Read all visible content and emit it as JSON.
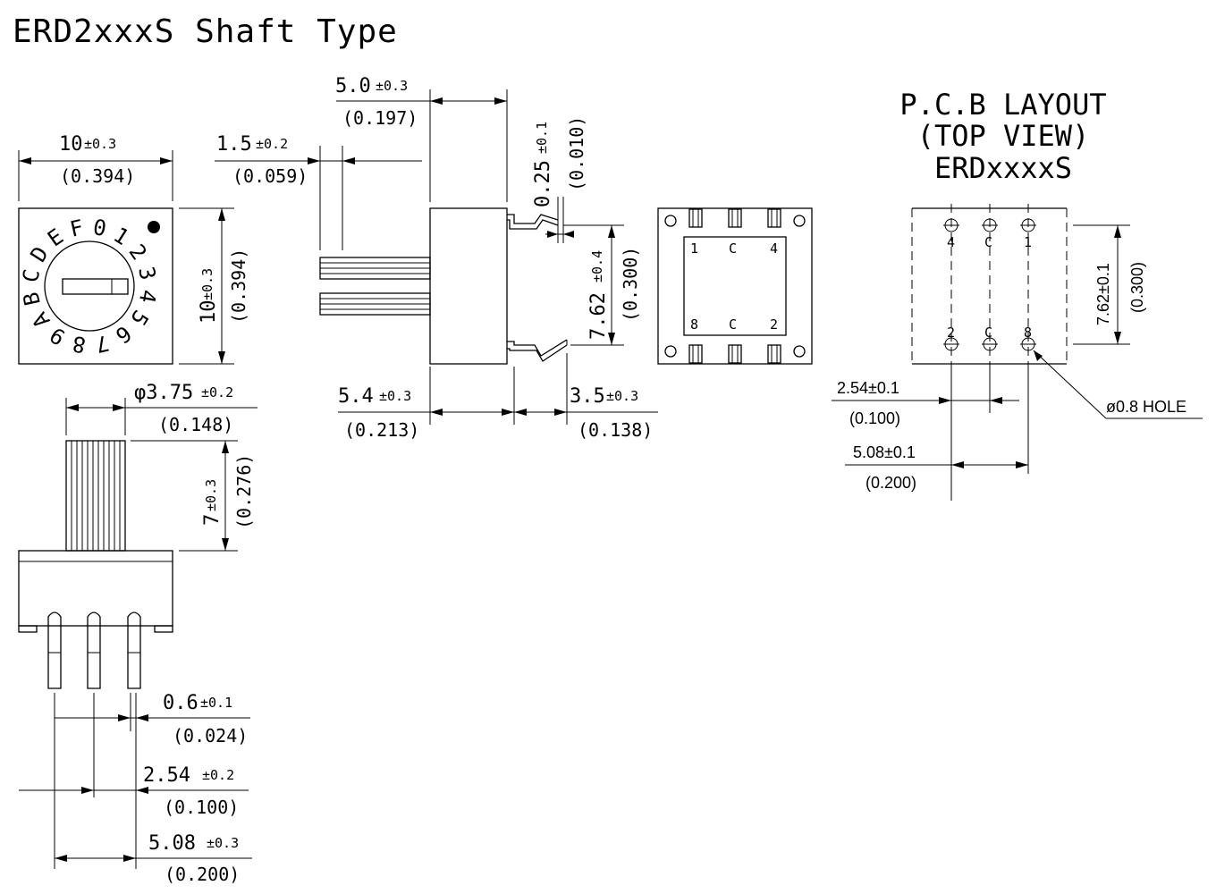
{
  "title": "ERD2xxxS Shaft Type",
  "pcb": {
    "title1": "P.C.B LAYOUT",
    "title2": "(TOP VIEW)",
    "title3": "ERDxxxxS",
    "pins_top": [
      "4",
      "C",
      "1"
    ],
    "pins_bottom": [
      "2",
      "C",
      "8"
    ],
    "dim_pitch": "2.54±0.1",
    "dim_pitch_in": "(0.100)",
    "dim_span": "5.08±0.1",
    "dim_span_in": "(0.200)",
    "dim_row": "7.62±0.1",
    "dim_row_in": "(0.300)",
    "hole": "ø0.8 HOLE"
  },
  "front": {
    "dial_chars": [
      "8",
      "9",
      "A",
      "B",
      "C",
      "D",
      "E",
      "F",
      "0",
      "1",
      "2",
      "3",
      "4",
      "5",
      "6",
      "7"
    ],
    "width": "10",
    "width_tol": "±0.3",
    "width_in": "(0.394)",
    "height": "10",
    "height_tol": "±0.3",
    "height_in": "(0.394)"
  },
  "side": {
    "shaft_len": "1.5",
    "shaft_len_tol": "±0.2",
    "shaft_len_in": "(0.059)",
    "body_len": "5.0",
    "body_len_tol": "±0.3",
    "body_len_in": "(0.197)",
    "pin_th": "0.25",
    "pin_th_tol": "±0.1",
    "pin_th_in": "(0.010)",
    "pin_row": "7.62",
    "pin_row_tol": "±0.4",
    "pin_row_in": "(0.300)",
    "base_len": "5.4",
    "base_len_tol": "±0.3",
    "base_len_in": "(0.213)",
    "lead_len": "3.5",
    "lead_len_tol": "±0.3",
    "lead_len_in": "(0.138)"
  },
  "bottom": {
    "pins_top": [
      "1",
      "C",
      "4"
    ],
    "pins_bottom": [
      "8",
      "C",
      "2"
    ]
  },
  "shaft_view": {
    "dia": "φ3.75",
    "dia_tol": "±0.2",
    "dia_in": "(0.148)",
    "height": "7",
    "height_tol": "±0.3",
    "height_in": "(0.276)",
    "pin_w": "0.6",
    "pin_w_tol": "±0.1",
    "pin_w_in": "(0.024)",
    "pitch": "2.54",
    "pitch_tol": "±0.2",
    "pitch_in": "(0.100)",
    "span": "5.08",
    "span_tol": "±0.3",
    "span_in": "(0.200)"
  }
}
